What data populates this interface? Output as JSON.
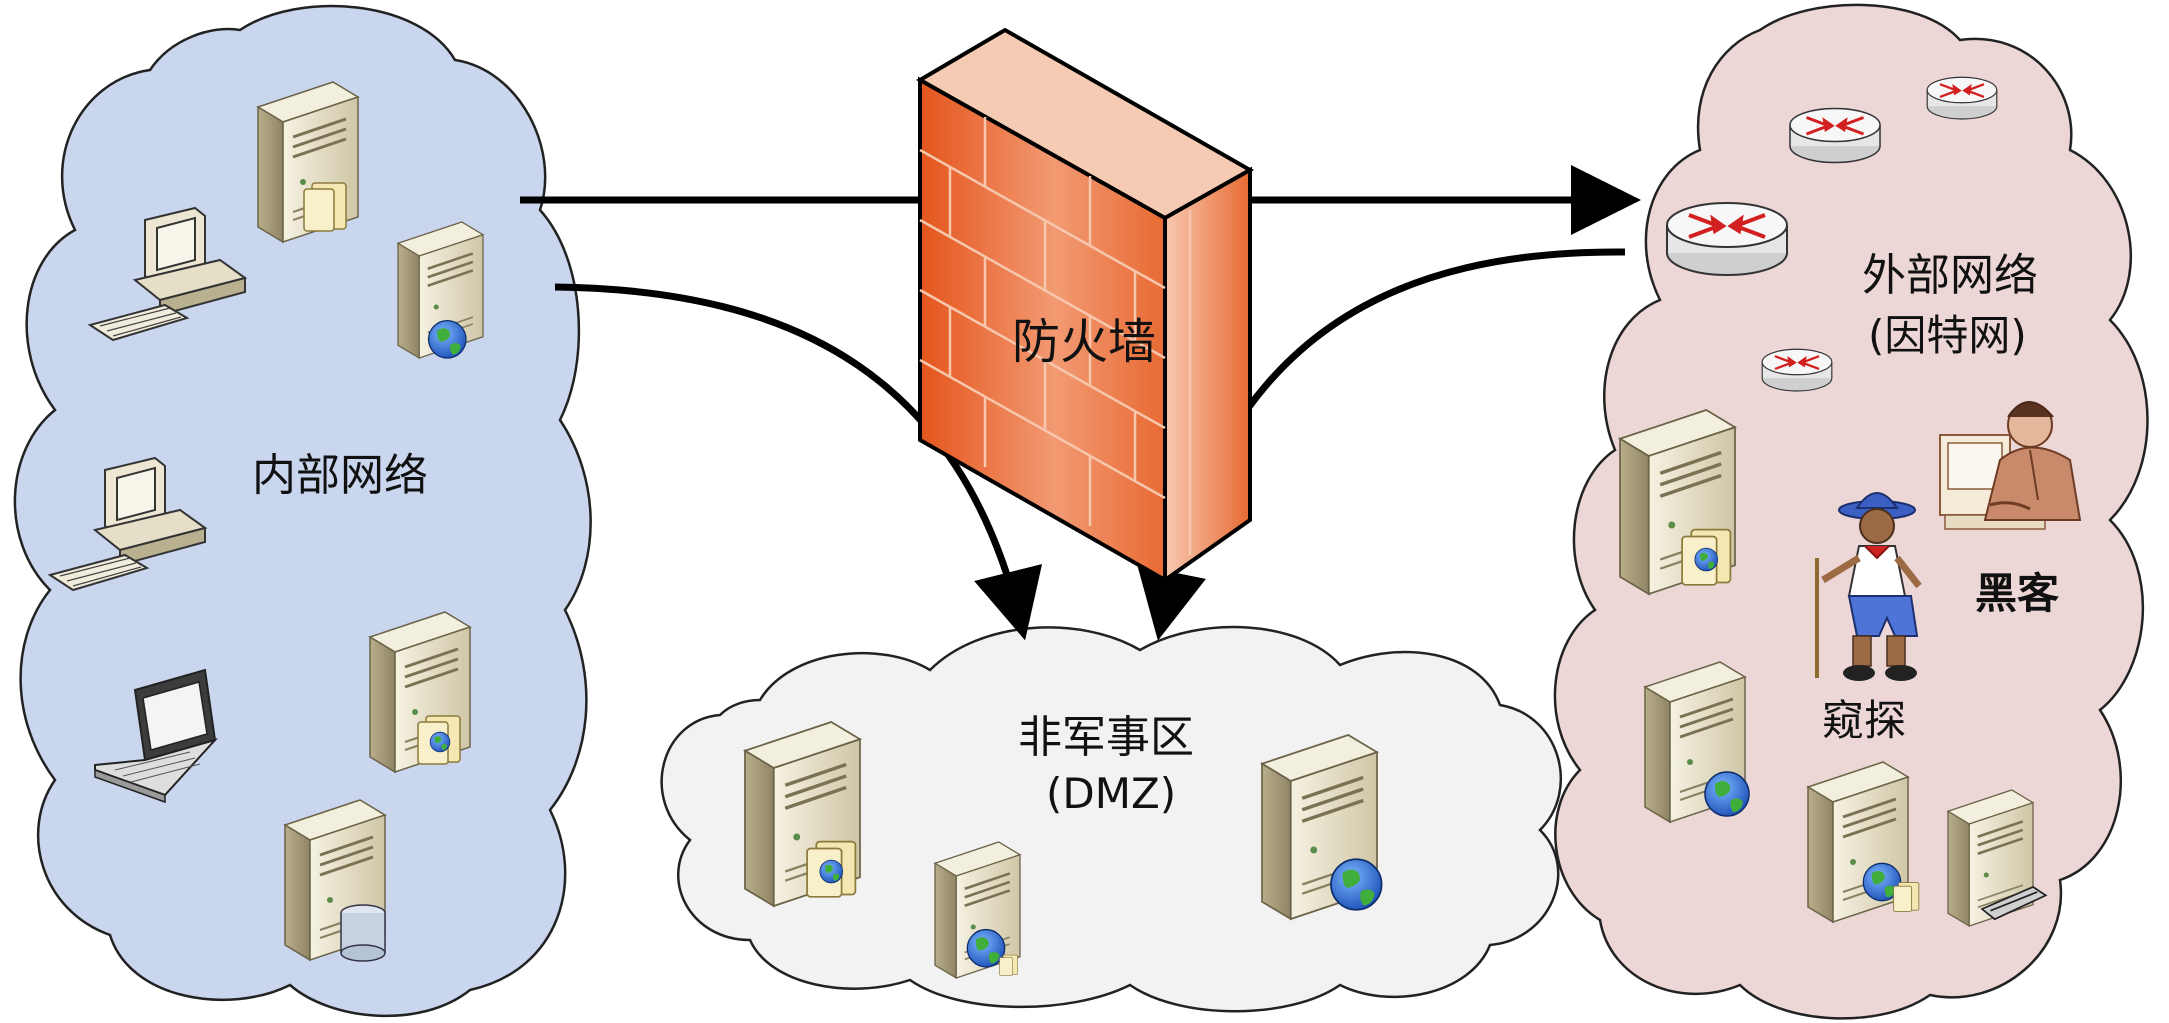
{
  "firewall": {
    "label": "防火墙"
  },
  "internal_network": {
    "label": "内部网络"
  },
  "dmz": {
    "label_line1": "非军事区",
    "label_line2": "(DMZ)"
  },
  "external_network": {
    "label_line1": "外部网络",
    "label_line2": "(因特网)",
    "hacker_label": "黑客",
    "sniffer_label": "窥探"
  },
  "colors": {
    "internal_cloud": "#c9d6ee",
    "dmz_cloud": "#f2f2f2",
    "external_cloud": "#ecd6d6",
    "firewall_brick": "#e8622a",
    "server_body": "#e9e3cf"
  },
  "icons": [
    "workstation-icon",
    "file-server-icon",
    "web-server-icon",
    "laptop-icon",
    "database-server-icon",
    "router-icon",
    "hacker-icon",
    "sniffer-person-icon"
  ]
}
